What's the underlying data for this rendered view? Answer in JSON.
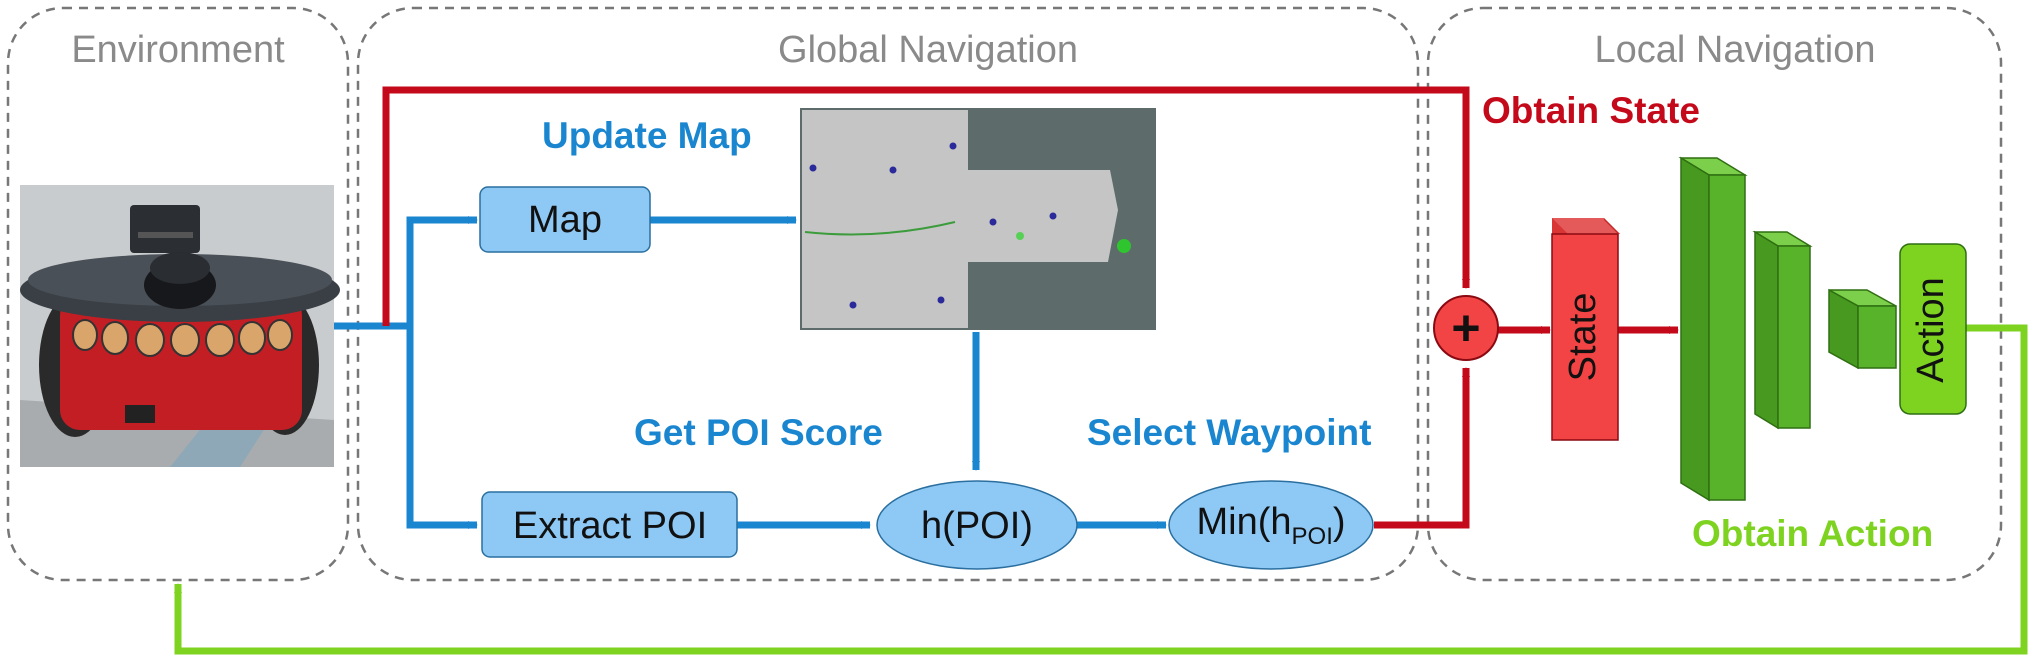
{
  "regions": {
    "environment": "Environment",
    "global": "Global Navigation",
    "local": "Local Navigation"
  },
  "labels": {
    "update_map": "Update Map",
    "get_poi_score": "Get POI Score",
    "select_waypoint": "Select Waypoint",
    "obtain_state": "Obtain State",
    "obtain_action": "Obtain Action"
  },
  "nodes": {
    "map": "Map",
    "extract_poi": "Extract POI",
    "h_poi": "h(POI)",
    "min_prefix": "Min(h",
    "min_sub": "POI",
    "min_suffix": ")",
    "plus": "+",
    "state": "State",
    "action": "Action"
  },
  "colors": {
    "blue_arrow": "#1a86d0",
    "node_fill": "#8ec8f5",
    "red_arrow": "#c40a1a",
    "green_arrow": "#7ed321",
    "state_fill": "#f24444",
    "network_green": "#59b32a"
  }
}
